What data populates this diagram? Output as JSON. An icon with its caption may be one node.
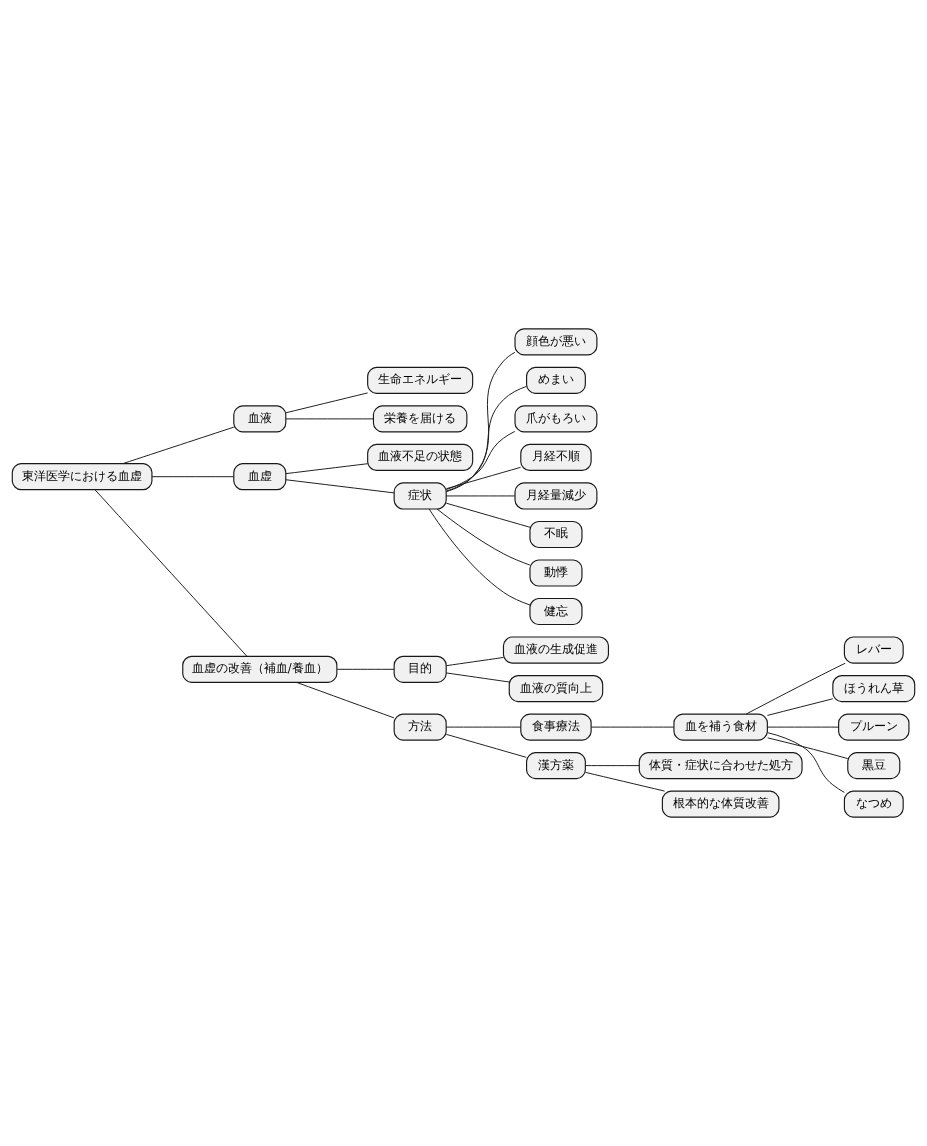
{
  "diagram": {
    "nodes": [
      {
        "text": [
          "東洋医学における血虚"
        ]
      },
      {
        "text": [
          "血液"
        ]
      },
      {
        "text": [
          "生命エネルギー"
        ]
      },
      {
        "text": [
          "栄養を届ける"
        ]
      },
      {
        "text": [
          "血虚"
        ]
      },
      {
        "text": [
          "血液不足の状態"
        ]
      },
      {
        "text": [
          "症状"
        ]
      },
      {
        "text": [
          "顔色が悪い"
        ]
      },
      {
        "text": [
          "めまい"
        ]
      },
      {
        "text": [
          "爪がもろい"
        ]
      },
      {
        "text": [
          "月経不順"
        ]
      },
      {
        "text": [
          "月経量減少"
        ]
      },
      {
        "text": [
          "不眠"
        ]
      },
      {
        "text": [
          "動悸"
        ]
      },
      {
        "text": [
          "健忘"
        ]
      },
      {
        "text": [
          "血虚の改善（補血/養血）"
        ]
      },
      {
        "text": [
          "目的"
        ]
      },
      {
        "text": [
          "血液の生成促進"
        ]
      },
      {
        "text": [
          "血液の質向上"
        ]
      },
      {
        "text": [
          "方法"
        ]
      },
      {
        "text": [
          "食事療法"
        ]
      },
      {
        "text": [
          "血を補う食材"
        ]
      },
      {
        "text": [
          "レバー"
        ]
      },
      {
        "text": [
          "ほうれん草"
        ]
      },
      {
        "text": [
          "プルーン"
        ]
      },
      {
        "text": [
          "黒豆"
        ]
      },
      {
        "text": [
          "なつめ"
        ]
      },
      {
        "text": [
          "漢方薬"
        ]
      },
      {
        "text": [
          "体質・症状に合わせた処方"
        ]
      },
      {
        "text": [
          "根本的な体質改善"
        ]
      }
    ],
    "edges": [
      {
        "from": 0,
        "to": 1,
        "arrow": "none"
      },
      {
        "from": 1,
        "to": 2,
        "arrow": "none"
      },
      {
        "from": 1,
        "to": 3,
        "arrow": "none"
      },
      {
        "from": 0,
        "to": 4,
        "arrow": "none"
      },
      {
        "from": 4,
        "to": 5,
        "arrow": "none"
      },
      {
        "from": 4,
        "to": 6,
        "arrow": "none"
      },
      {
        "from": 6,
        "to": 7,
        "arrow": "none"
      },
      {
        "from": 6,
        "to": 8,
        "arrow": "none"
      },
      {
        "from": 6,
        "to": 9,
        "arrow": "none"
      },
      {
        "from": 6,
        "to": 10,
        "arrow": "none"
      },
      {
        "from": 6,
        "to": 11,
        "arrow": "none"
      },
      {
        "from": 6,
        "to": 12,
        "arrow": "none"
      },
      {
        "from": 6,
        "to": 13,
        "arrow": "none"
      },
      {
        "from": 6,
        "to": 14,
        "arrow": "none"
      },
      {
        "from": 0,
        "to": 15,
        "arrow": "none"
      },
      {
        "from": 15,
        "to": 16,
        "arrow": "none"
      },
      {
        "from": 16,
        "to": 17,
        "arrow": "none"
      },
      {
        "from": 16,
        "to": 18,
        "arrow": "none"
      },
      {
        "from": 15,
        "to": 19,
        "arrow": "none"
      },
      {
        "from": 19,
        "to": 20,
        "arrow": "none"
      },
      {
        "from": 20,
        "to": 21,
        "arrow": "none"
      },
      {
        "from": 21,
        "to": 22,
        "arrow": "none"
      },
      {
        "from": 21,
        "to": 23,
        "arrow": "none"
      },
      {
        "from": 21,
        "to": 24,
        "arrow": "none"
      },
      {
        "from": 21,
        "to": 25,
        "arrow": "none"
      },
      {
        "from": 21,
        "to": 26,
        "arrow": "none"
      },
      {
        "from": 19,
        "to": 27,
        "arrow": "none"
      },
      {
        "from": 27,
        "to": 28,
        "arrow": "none"
      },
      {
        "from": 27,
        "to": 29,
        "arrow": "none"
      }
    ]
  }
}
